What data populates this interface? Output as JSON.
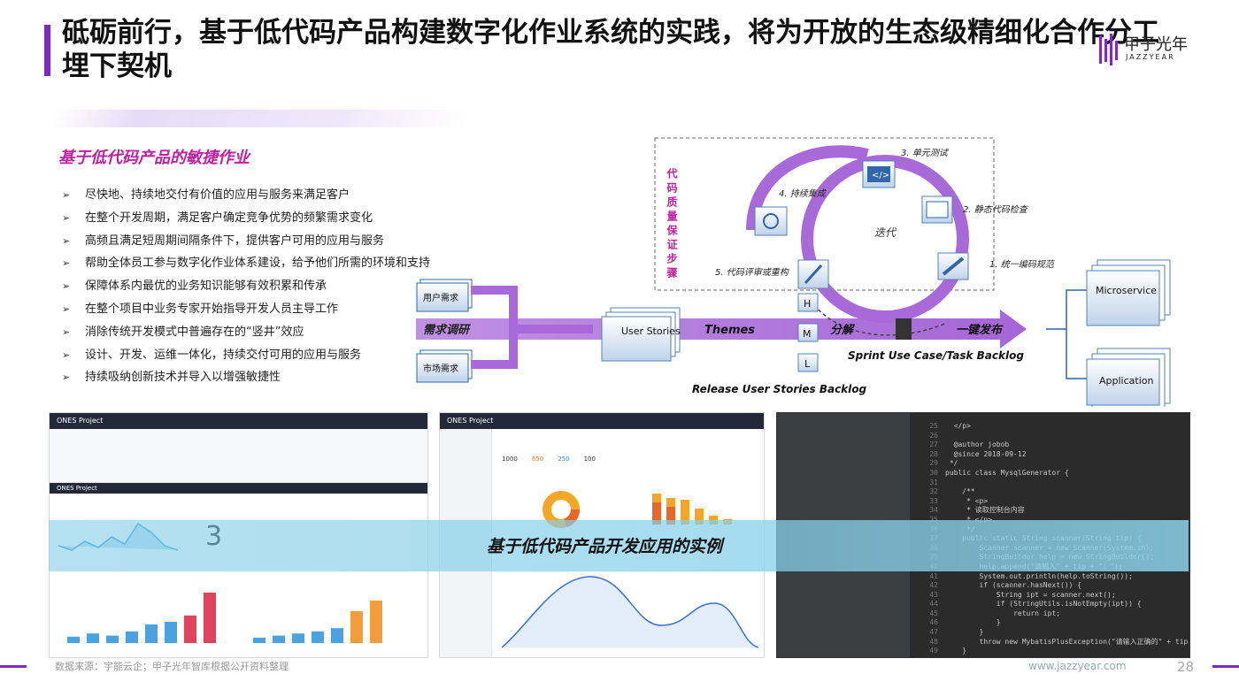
{
  "title": "砥砺前行，基于低代码产品构建数字化作业系统的实践，将为开放的生态级精细化合作分工埋下契机",
  "logo": {
    "cn": "甲子光年",
    "en": "JAZZYEAR"
  },
  "section_heading": "基于低代码产品的敏捷作业",
  "bullets": [
    "尽快地、持续地交付有价值的应用与服务来满足客户",
    "在整个开发周期，满足客户确定竞争优势的频繁需求变化",
    "高频且满足短周期间隔条件下，提供客户可用的应用与服务",
    "帮助全体员工参与数字化作业体系建设，给予他们所需的环境和支持",
    "保障体系内最优的业务知识能够有效积累和传承",
    "在整个项目中业务专家开始指导开发人员主导工作",
    "消除传统开发模式中普遍存在的“竖井”效应",
    "设计、开发、运维一体化，持续交付可用的应用与服务",
    "持续吸纳创新技术并导入以增强敏捷性"
  ],
  "diagram": {
    "quality_steps_label": "代码质量保证步骤",
    "iteration": "迭代",
    "steps": [
      "1. 统一编码规范",
      "2. 静态代码检查",
      "3. 单元测试",
      "4. 持续集成",
      "5. 代码评审或重构"
    ],
    "user_need": "用户需求",
    "market_need": "市场需求",
    "req_research": "需求调研",
    "user_stories": "User Stories",
    "themes": "Themes",
    "decompose": "分解",
    "sizes": [
      "H",
      "M",
      "L"
    ],
    "one_click_release": "一键发布",
    "sprint_backlog": "Sprint Use Case/Task Backlog",
    "release_backlog": "Release User Stories Backlog",
    "microservice": "Microservice",
    "application": "Application"
  },
  "example_label": "基于低代码产品开发应用的实例",
  "shot1": {
    "app": "ONES Project",
    "number": "3",
    "bars_left": [
      12,
      18,
      14,
      22,
      35,
      40,
      52,
      95
    ],
    "bars_right": [
      10,
      14,
      18,
      22,
      28,
      60,
      80
    ]
  },
  "shot2": {
    "app": "ONES Project",
    "kpis": [
      "1000",
      "650",
      "250",
      "100"
    ]
  },
  "shot3": {
    "code": [
      "  </p>",
      "",
      "  @author jobob",
      "  @since 2018-09-12",
      " */",
      "public class MysqlGenerator {",
      "",
      "    /**",
      "     * <p>",
      "     * 读取控制台内容",
      "     * </p>",
      "     */",
      "    public static String scanner(String tip) {",
      "        Scanner scanner = new Scanner(System.in);",
      "        StringBuilder help = new StringBuilder();",
      "        help.append(\"请输入\" + tip + \"：\");",
      "        System.out.println(help.toString());",
      "        if (scanner.hasNext()) {",
      "            String ipt = scanner.next();",
      "            if (StringUtils.isNotEmpty(ipt)) {",
      "                return ipt;",
      "            }",
      "        }",
      "        throw new MybatisPlusException(\"请输入正确的\" + tip + \"！",
      "    }"
    ],
    "line_start": 25
  },
  "source": "数据来源：宇能云企；甲子光年智库根据公开资料整理",
  "website": "www.jazzyear.com",
  "page_number": "28",
  "colors": {
    "accent": "#7a2cbf",
    "heading": "#c020a0",
    "diagram_purple": "#a76ad8",
    "banner": "#8fd0e8"
  }
}
